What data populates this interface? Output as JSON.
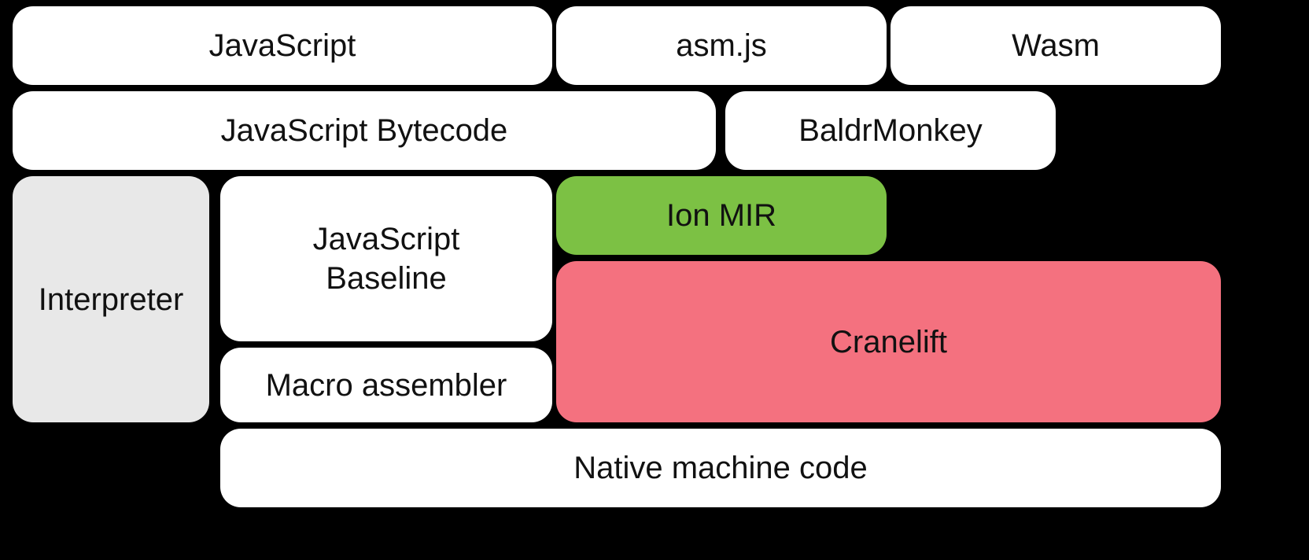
{
  "diagram": {
    "background": "#000000",
    "text_color": "#111111",
    "boxes": {
      "javascript": {
        "label": "JavaScript",
        "color": "#ffffff"
      },
      "asmjs": {
        "label": "asm.js",
        "color": "#ffffff"
      },
      "wasm": {
        "label": "Wasm",
        "color": "#ffffff"
      },
      "js_bytecode": {
        "label": "JavaScript Bytecode",
        "color": "#ffffff"
      },
      "baldrmonkey": {
        "label": "BaldrMonkey",
        "color": "#ffffff"
      },
      "interpreter": {
        "label": "Interpreter",
        "color": "#e8e8e8"
      },
      "js_baseline": {
        "label": "JavaScript Baseline",
        "color": "#ffffff"
      },
      "ion_mir": {
        "label": "Ion MIR",
        "color": "#7cc144"
      },
      "cranelift": {
        "label": "Cranelift",
        "color": "#f4717f"
      },
      "macro_assembler": {
        "label": "Macro assembler",
        "color": "#ffffff"
      },
      "native_machine_code": {
        "label": "Native machine code",
        "color": "#ffffff"
      }
    }
  }
}
